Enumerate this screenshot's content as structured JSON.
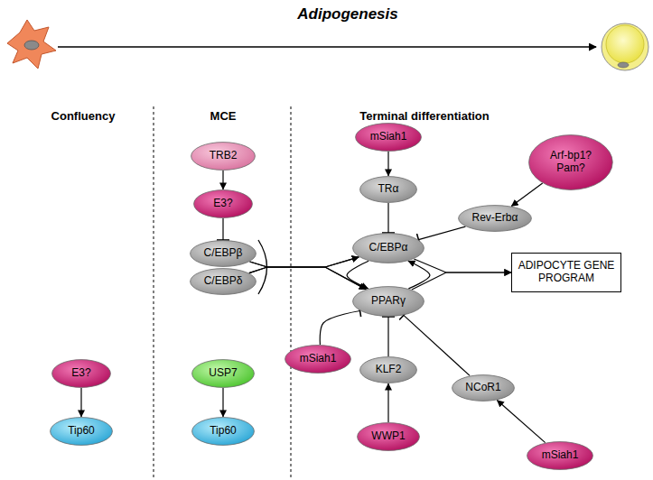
{
  "diagram": {
    "title": "Adipogenesis",
    "nodes": [
      {
        "text": [
          "TRB2"
        ]
      },
      {
        "text": [
          "E3?"
        ]
      },
      {
        "text": [
          "C/EBPβ"
        ]
      },
      {
        "text": [
          "C/EBPδ"
        ]
      },
      {
        "text": [
          "mSiah1"
        ]
      },
      {
        "text": [
          "TRα"
        ]
      },
      {
        "text": [
          "Arf-bp1? Pam?"
        ]
      },
      {
        "text": [
          "Rev-Erbα"
        ]
      },
      {
        "text": [
          "C/EBPα"
        ]
      },
      {
        "text": [
          "PPARγ"
        ]
      },
      {
        "text": [
          "ADIPOCYTE GENE PROGRAM"
        ]
      },
      {
        "text": [
          "mSiah1"
        ]
      },
      {
        "text": [
          "KLF2"
        ]
      },
      {
        "text": [
          "NCoR1"
        ]
      },
      {
        "text": [
          "WWP1"
        ]
      },
      {
        "text": [
          "mSiah1"
        ]
      },
      {
        "text": [
          "E3?"
        ]
      },
      {
        "text": [
          "Tip60"
        ]
      },
      {
        "text": [
          "USP7"
        ]
      },
      {
        "text": [
          "Tip60"
        ]
      }
    ],
    "edges": [
      {
        "from": 0,
        "to": 1,
        "arrow": "to"
      },
      {
        "from": 1,
        "to": 2,
        "arrow": "to"
      },
      {
        "from": 2,
        "to": 8,
        "arrow": "to"
      },
      {
        "from": 3,
        "to": 8,
        "arrow": "to"
      },
      {
        "from": 2,
        "to": 9,
        "arrow": "to"
      },
      {
        "from": 3,
        "to": 9,
        "arrow": "to"
      },
      {
        "from": 8,
        "to": 9,
        "arrow": "to"
      },
      {
        "from": 9,
        "to": 8,
        "arrow": "to"
      },
      {
        "from": 4,
        "to": 5,
        "arrow": "to"
      },
      {
        "from": 5,
        "to": 8,
        "arrow": "to"
      },
      {
        "from": 6,
        "to": 7,
        "arrow": "to"
      },
      {
        "from": 7,
        "to": 8,
        "arrow": "to"
      },
      {
        "from": 8,
        "to": 10,
        "arrow": "to"
      },
      {
        "from": 9,
        "to": 10,
        "arrow": "to"
      },
      {
        "from": 11,
        "to": 9,
        "arrow": "to"
      },
      {
        "from": 12,
        "to": 9,
        "arrow": "to"
      },
      {
        "from": 14,
        "to": 12,
        "arrow": "to"
      },
      {
        "from": 13,
        "to": 9,
        "arrow": "to"
      },
      {
        "from": 15,
        "to": 13,
        "arrow": "to"
      },
      {
        "from": 16,
        "to": 17,
        "arrow": "to"
      },
      {
        "from": 18,
        "to": 19,
        "arrow": "to"
      }
    ],
    "labels": [
      "Confluency",
      "MCE",
      "Terminal differentiation"
    ]
  }
}
